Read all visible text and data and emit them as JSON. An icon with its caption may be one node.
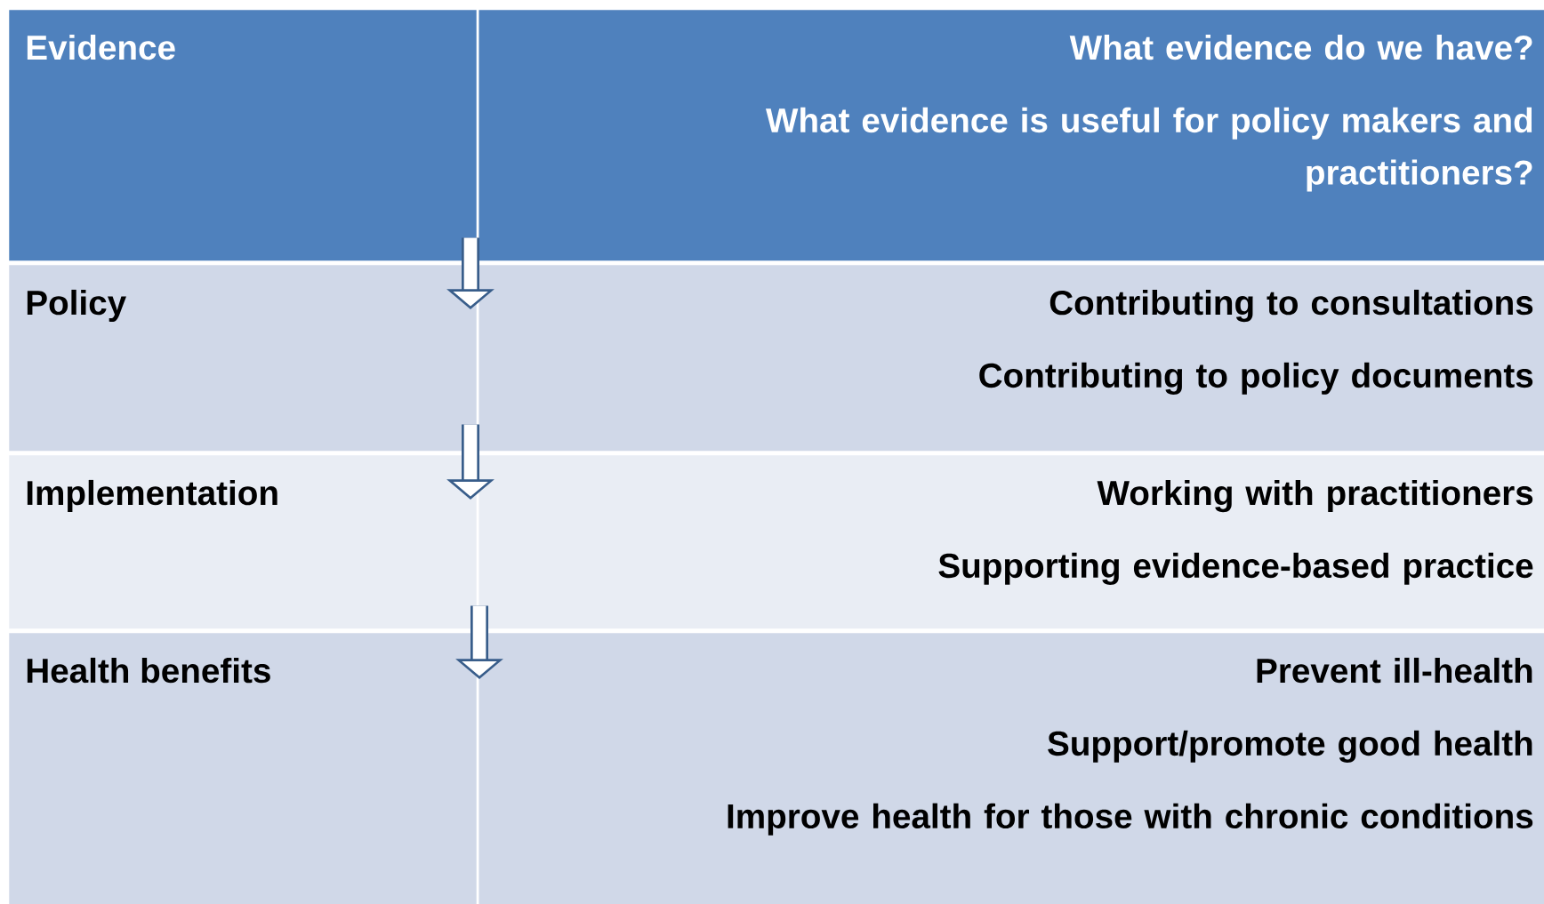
{
  "diagram": {
    "nodes": [
      {
        "text": [
          "Evidence",
          "What evidence do we have?",
          "What evidence is useful for policy makers and practitioners?"
        ]
      },
      {
        "text": [
          "Policy",
          "Contributing to consultations",
          "Contributing to policy documents"
        ]
      },
      {
        "text": [
          "Implementation",
          "Working with practitioners",
          "Supporting evidence-based practice"
        ]
      },
      {
        "text": [
          "Health benefits",
          "Prevent ill-health",
          "Support/promote good health",
          "Improve health for those with chronic conditions"
        ]
      }
    ],
    "edges": [
      {
        "from": 0,
        "to": 1,
        "arrow": "to"
      },
      {
        "from": 1,
        "to": 2,
        "arrow": "to"
      },
      {
        "from": 2,
        "to": 3,
        "arrow": "to"
      }
    ]
  }
}
